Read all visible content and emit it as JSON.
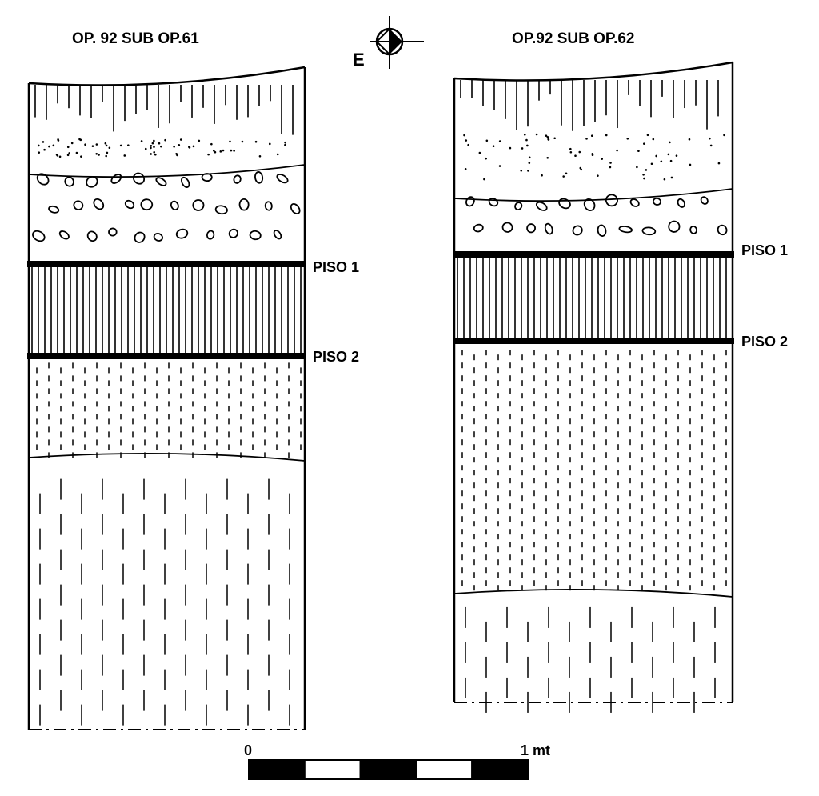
{
  "profiles": [
    {
      "title": "OP. 92 SUB OP.61",
      "floor_labels": [
        "PISO 1",
        "PISO 2"
      ]
    },
    {
      "title": "OP.92 SUB OP.62",
      "floor_labels": [
        "PISO 1",
        "PISO 2"
      ]
    }
  ],
  "compass": {
    "label": "E"
  },
  "scale_bar": {
    "start_label": "0",
    "end_label": "1 mt",
    "segments": 5
  },
  "colors": {
    "ink": "#000000",
    "paper": "#ffffff"
  }
}
